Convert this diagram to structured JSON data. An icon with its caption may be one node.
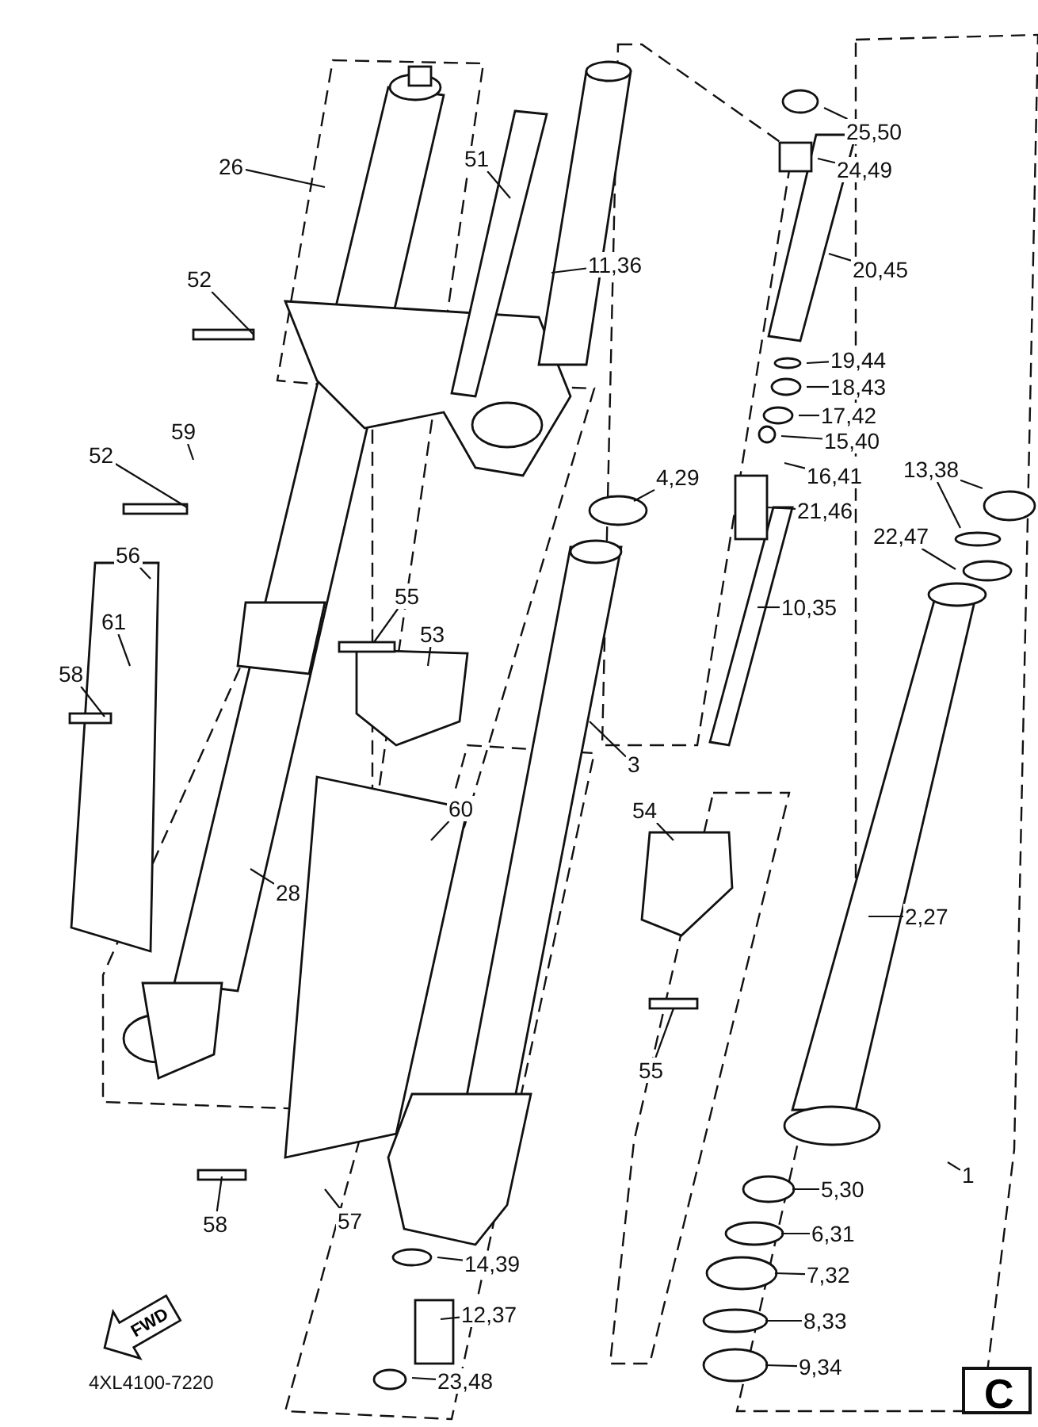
{
  "diagram": {
    "nodes": [
      {
        "text": [
          "26"
        ]
      },
      {
        "text": [
          "51"
        ]
      },
      {
        "text": [
          "25,50"
        ]
      },
      {
        "text": [
          "24,49"
        ]
      },
      {
        "text": [
          "11,36"
        ]
      },
      {
        "text": [
          "20,45"
        ]
      },
      {
        "text": [
          "52"
        ]
      },
      {
        "text": [
          "19,44"
        ]
      },
      {
        "text": [
          "18,43"
        ]
      },
      {
        "text": [
          "17,42"
        ]
      },
      {
        "text": [
          "59"
        ]
      },
      {
        "text": [
          "15,40"
        ]
      },
      {
        "text": [
          "52"
        ]
      },
      {
        "text": [
          "13,38"
        ]
      },
      {
        "text": [
          "16,41"
        ]
      },
      {
        "text": [
          "4,29"
        ]
      },
      {
        "text": [
          "21,46"
        ]
      },
      {
        "text": [
          "22,47"
        ]
      },
      {
        "text": [
          "56"
        ]
      },
      {
        "text": [
          "55"
        ]
      },
      {
        "text": [
          "10,35"
        ]
      },
      {
        "text": [
          "61"
        ]
      },
      {
        "text": [
          "53"
        ]
      },
      {
        "text": [
          "58"
        ]
      },
      {
        "text": [
          "3"
        ]
      },
      {
        "text": [
          "60"
        ]
      },
      {
        "text": [
          "54"
        ]
      },
      {
        "text": [
          "28"
        ]
      },
      {
        "text": [
          "2,27"
        ]
      },
      {
        "text": [
          "55"
        ]
      },
      {
        "text": [
          "1"
        ]
      },
      {
        "text": [
          "5,30"
        ]
      },
      {
        "text": [
          "58"
        ]
      },
      {
        "text": [
          "57"
        ]
      },
      {
        "text": [
          "6,31"
        ]
      },
      {
        "text": [
          "14,39"
        ]
      },
      {
        "text": [
          "7,32"
        ]
      },
      {
        "text": [
          "12,37"
        ]
      },
      {
        "text": [
          "8,33"
        ]
      },
      {
        "text": [
          "9,34"
        ]
      },
      {
        "text": [
          "23,48"
        ]
      }
    ],
    "edges": [
      {
        "from": 0,
        "to": null,
        "arrow": "none"
      },
      {
        "from": 1,
        "to": null,
        "arrow": "none"
      },
      {
        "from": 2,
        "to": null,
        "arrow": "none"
      },
      {
        "from": 3,
        "to": null,
        "arrow": "none"
      },
      {
        "from": 4,
        "to": null,
        "arrow": "none"
      },
      {
        "from": 5,
        "to": null,
        "arrow": "none"
      },
      {
        "from": 6,
        "to": null,
        "arrow": "none"
      },
      {
        "from": 7,
        "to": null,
        "arrow": "none"
      },
      {
        "from": 8,
        "to": null,
        "arrow": "none"
      },
      {
        "from": 9,
        "to": null,
        "arrow": "none"
      },
      {
        "from": 10,
        "to": null,
        "arrow": "none"
      },
      {
        "from": 11,
        "to": null,
        "arrow": "none"
      },
      {
        "from": 12,
        "to": null,
        "arrow": "none"
      },
      {
        "from": 13,
        "to": null,
        "arrow": "none"
      },
      {
        "from": 13,
        "to": null,
        "arrow": "none"
      },
      {
        "from": 14,
        "to": null,
        "arrow": "none"
      },
      {
        "from": 15,
        "to": null,
        "arrow": "none"
      },
      {
        "from": 16,
        "to": null,
        "arrow": "none"
      },
      {
        "from": 17,
        "to": null,
        "arrow": "none"
      },
      {
        "from": 18,
        "to": null,
        "arrow": "none"
      },
      {
        "from": 19,
        "to": null,
        "arrow": "none"
      },
      {
        "from": 20,
        "to": null,
        "arrow": "none"
      },
      {
        "from": 21,
        "to": null,
        "arrow": "none"
      },
      {
        "from": 22,
        "to": null,
        "arrow": "none"
      },
      {
        "from": 23,
        "to": null,
        "arrow": "none"
      },
      {
        "from": 24,
        "to": null,
        "arrow": "none"
      },
      {
        "from": 25,
        "to": null,
        "arrow": "none"
      },
      {
        "from": 26,
        "to": null,
        "arrow": "none"
      },
      {
        "from": 27,
        "to": null,
        "arrow": "none"
      },
      {
        "from": 28,
        "to": null,
        "arrow": "none"
      },
      {
        "from": 29,
        "to": null,
        "arrow": "none"
      },
      {
        "from": 30,
        "to": null,
        "arrow": "none"
      },
      {
        "from": 31,
        "to": null,
        "arrow": "none"
      },
      {
        "from": 32,
        "to": null,
        "arrow": "none"
      },
      {
        "from": 33,
        "to": null,
        "arrow": "none"
      },
      {
        "from": 34,
        "to": null,
        "arrow": "none"
      },
      {
        "from": 35,
        "to": null,
        "arrow": "none"
      },
      {
        "from": 36,
        "to": null,
        "arrow": "none"
      },
      {
        "from": 37,
        "to": null,
        "arrow": "none"
      },
      {
        "from": 38,
        "to": null,
        "arrow": "none"
      },
      {
        "from": 39,
        "to": null,
        "arrow": "none"
      },
      {
        "from": 40,
        "to": null,
        "arrow": "none"
      }
    ],
    "labels": [
      "FWD",
      "4XL4100-7220",
      "C"
    ]
  }
}
